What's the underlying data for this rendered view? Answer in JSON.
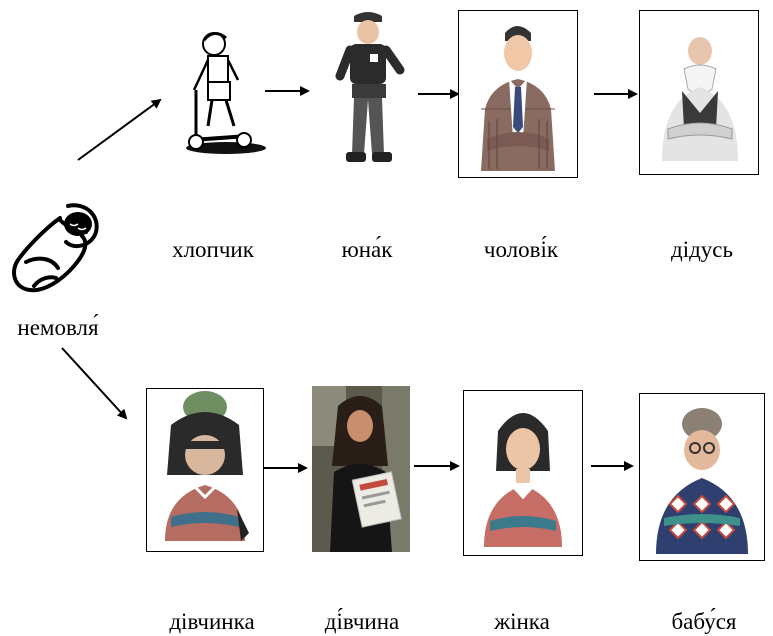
{
  "labels": {
    "baby": "немовля́",
    "boy": "хлопчик",
    "youth": "юна́к",
    "man": "чолові́к",
    "grandfather": "дідусь",
    "little_girl": "дівчинка",
    "girl": "ді́вчина",
    "woman": "жінка",
    "grandmother": "бабу́ся"
  },
  "icons": {
    "baby": "swaddled-baby-icon",
    "boy": "boy-on-scooter-icon",
    "youth": "teen-boy-icon",
    "man": "man-in-suit-icon",
    "grandfather": "grandfather-icon",
    "little_girl": "little-girl-icon",
    "girl": "young-woman-photo",
    "woman": "woman-icon",
    "grandmother": "grandmother-icon"
  },
  "colors": {
    "ink": "#000000",
    "skin": "#f2c9a8",
    "red": "#c8483a",
    "blue": "#4a5aa0",
    "teal": "#3f8f8a",
    "grey": "#8a8a8a"
  }
}
